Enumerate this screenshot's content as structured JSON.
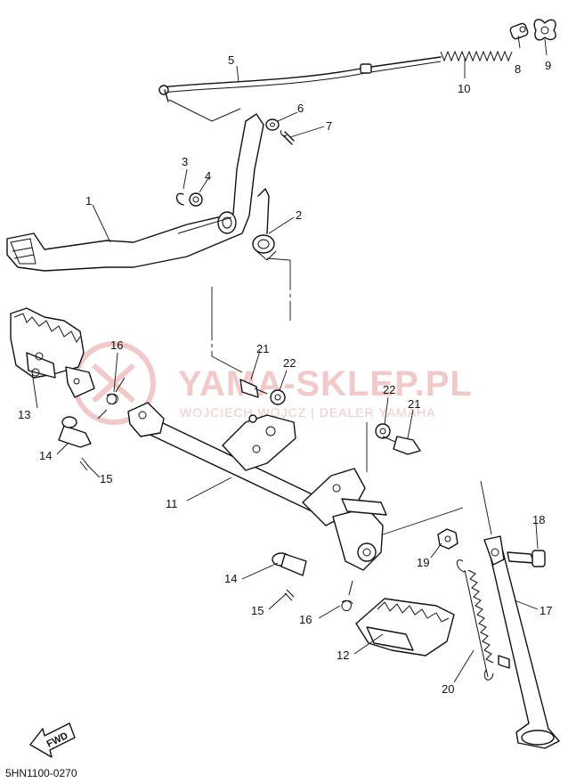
{
  "diagram_code": "5HN1100-0270",
  "fwd_label": "FWD",
  "watermark": {
    "title": "YAMA-SKLEP.PL",
    "subtitle": "WOJCIECH WOJCZ | DEALER YAMAHA"
  },
  "callouts": {
    "n1": "1",
    "n2": "2",
    "n3": "3",
    "n4": "4",
    "n5": "5",
    "n6": "6",
    "n7": "7",
    "n8": "8",
    "n9": "9",
    "n10": "10",
    "n11": "11",
    "n12": "12",
    "n13": "13",
    "n14a": "14",
    "n14b": "14",
    "n15a": "15",
    "n15b": "15",
    "n16a": "16",
    "n16b": "16",
    "n17": "17",
    "n18": "18",
    "n19": "19",
    "n20": "20",
    "n21a": "21",
    "n21b": "21",
    "n22a": "22",
    "n22b": "22"
  }
}
